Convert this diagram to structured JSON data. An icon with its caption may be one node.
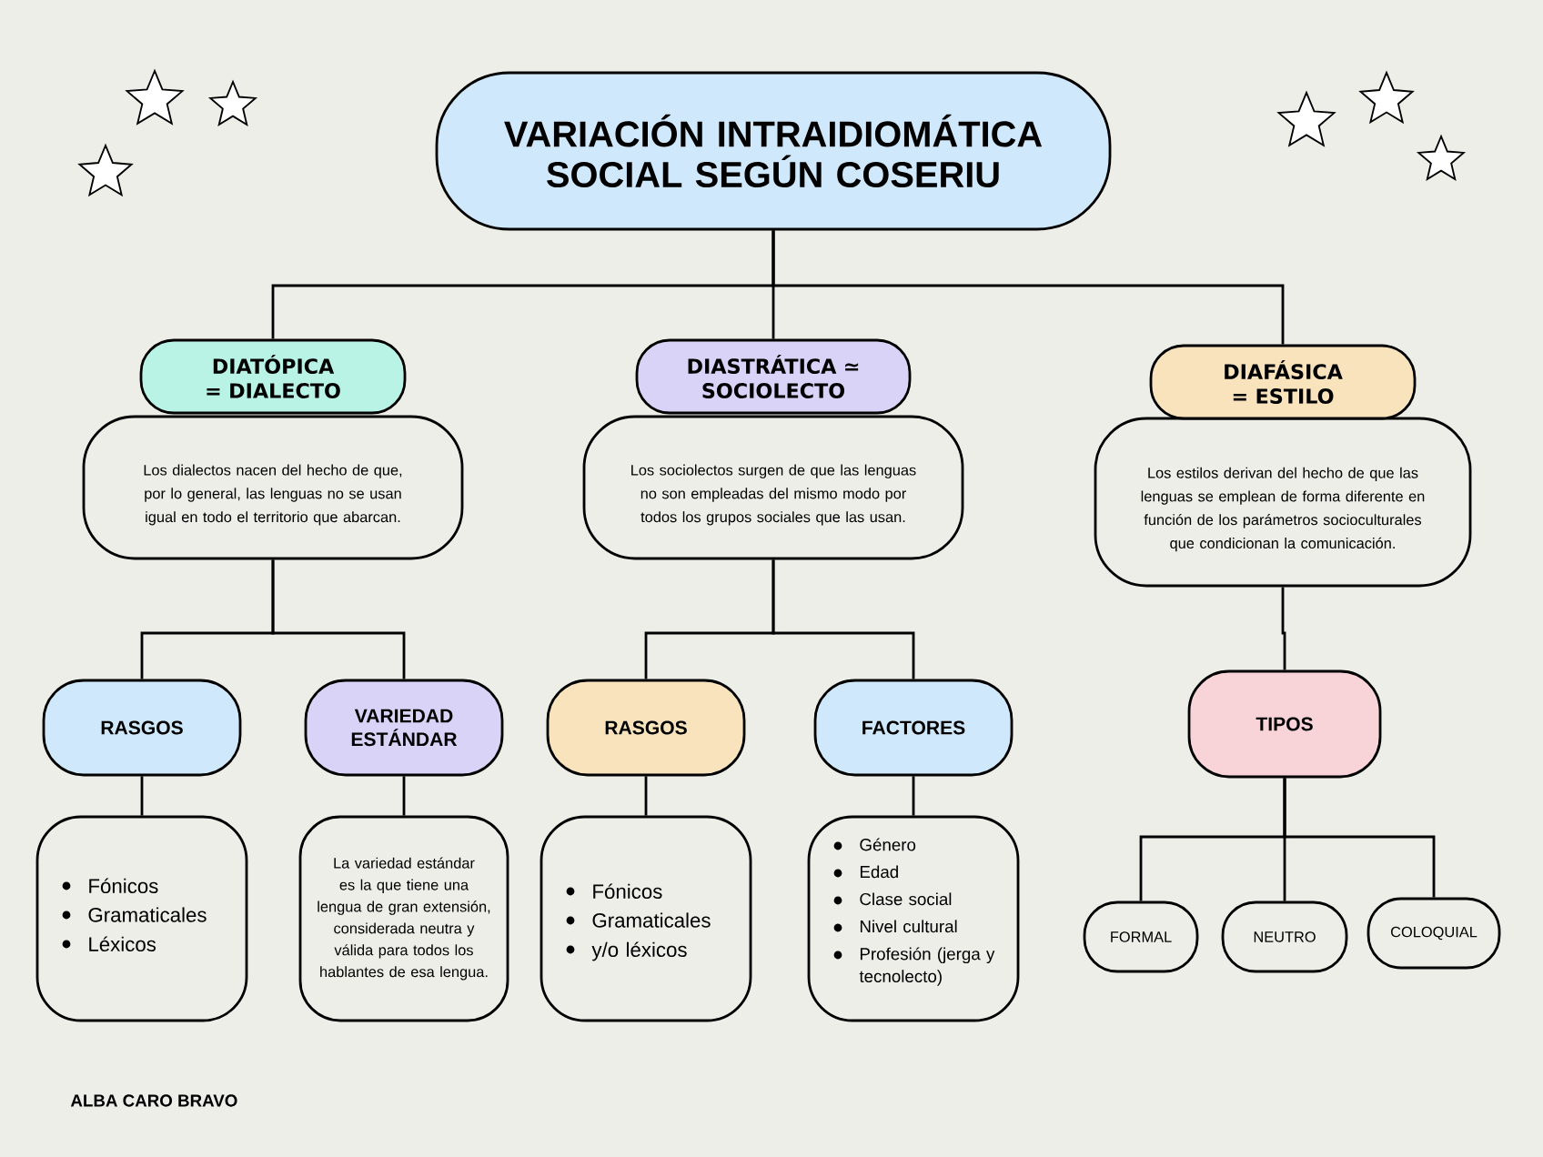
{
  "diagram": {
    "nodes": [
      {
        "text": [
          "VARIACIÓN INTRAIDIOMÁTICA SOCIAL SEGÚN COSERIU"
        ]
      },
      {
        "text": [
          "DIATÓPICA = DIALECTO",
          "Los dialectos nacen del hecho de que, por lo general, las lenguas no se usan igual en todo el territorio que abarcan."
        ]
      },
      {
        "text": [
          "DIASTRÁTICA ≃ SOCIOLECTO",
          "Los sociolectos surgen de que las lenguas no son empleadas del mismo modo por todos los grupos sociales que las usan."
        ]
      },
      {
        "text": [
          "DIAFÁSICA = ESTILO",
          "Los estilos derivan del hecho de que las lenguas se emplean de forma diferente en función de los parámetros socioculturales que condicionan la comunicación."
        ]
      },
      {
        "text": [
          "RASGOS"
        ]
      },
      {
        "text": [
          "VARIEDAD ESTÁNDAR"
        ]
      },
      {
        "text": [
          "RASGOS"
        ]
      },
      {
        "text": [
          "FACTORES"
        ]
      },
      {
        "text": [
          "TIPOS"
        ]
      },
      {
        "text": [
          "Fónicos",
          "Gramaticales",
          "Léxicos"
        ]
      },
      {
        "text": [
          "La variedad estándar es la que tiene una lengua de gran extensión, considerada neutra y válida para todos los hablantes de esa lengua."
        ]
      },
      {
        "text": [
          "Fónicos",
          "Gramaticales",
          "y/o léxicos"
        ]
      },
      {
        "text": [
          "Género",
          "Edad",
          "Clase social",
          "Nivel cultural",
          "Profesión (jerga y tecnolecto)"
        ]
      },
      {
        "text": [
          "FORMAL"
        ]
      },
      {
        "text": [
          "NEUTRO"
        ]
      },
      {
        "text": [
          "COLOQUIAL"
        ]
      }
    ],
    "edges": [
      {
        "from": 0,
        "to": 1,
        "arrow": "none"
      },
      {
        "from": 0,
        "to": 2,
        "arrow": "none"
      },
      {
        "from": 0,
        "to": 3,
        "arrow": "none"
      },
      {
        "from": 1,
        "to": 4,
        "arrow": "none"
      },
      {
        "from": 1,
        "to": 5,
        "arrow": "none"
      },
      {
        "from": 2,
        "to": 6,
        "arrow": "none"
      },
      {
        "from": 2,
        "to": 7,
        "arrow": "none"
      },
      {
        "from": 3,
        "to": 8,
        "arrow": "none"
      },
      {
        "from": 4,
        "to": 9,
        "arrow": "none"
      },
      {
        "from": 5,
        "to": 10,
        "arrow": "none"
      },
      {
        "from": 6,
        "to": 11,
        "arrow": "none"
      },
      {
        "from": 7,
        "to": 12,
        "arrow": "none"
      },
      {
        "from": 8,
        "to": 13,
        "arrow": "none"
      },
      {
        "from": 8,
        "to": 14,
        "arrow": "none"
      },
      {
        "from": 8,
        "to": 15,
        "arrow": "none"
      }
    ],
    "labels": [
      "ALBA CARO BRAVO"
    ]
  }
}
